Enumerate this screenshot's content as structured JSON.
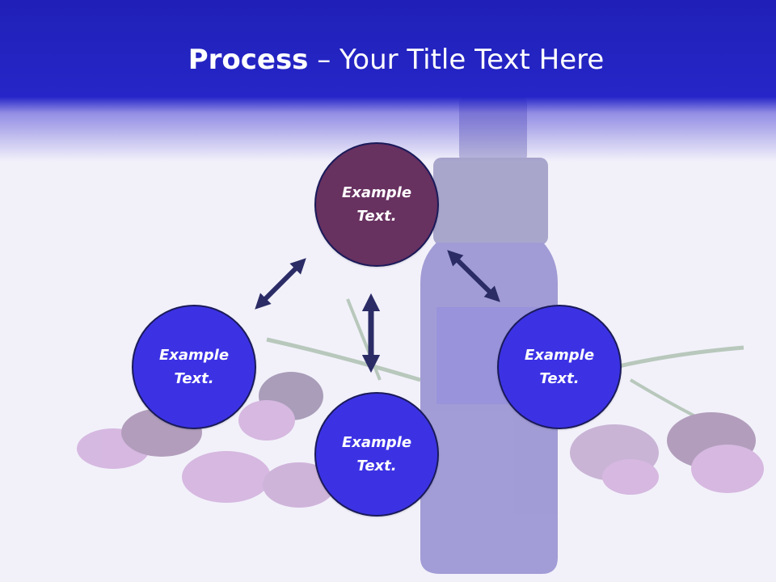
{
  "slide": {
    "title_bold": "Process",
    "title_rest": " – Your Title Text Here"
  },
  "nodes": {
    "top": {
      "line1": "Example",
      "line2": "Text."
    },
    "left": {
      "line1": "Example",
      "line2": "Text."
    },
    "bottom": {
      "line1": "Example",
      "line2": "Text."
    },
    "right": {
      "line1": "Example",
      "line2": "Text."
    }
  },
  "colors": {
    "header": "#2626c8",
    "top_node": "#673160",
    "other_nodes": "#3c32e4",
    "arrows": "#2b2c66"
  }
}
